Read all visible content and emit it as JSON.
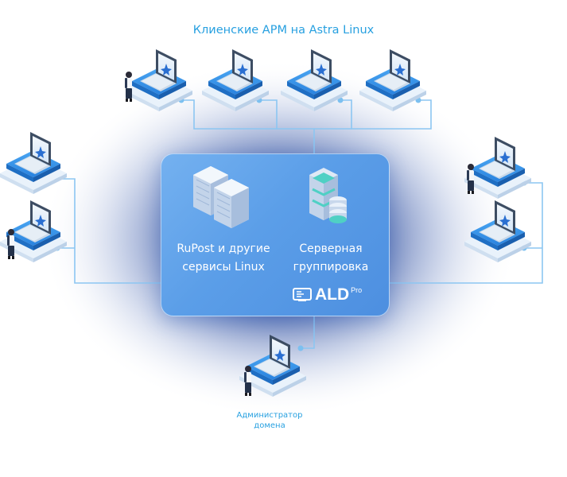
{
  "title": "Клиенские АРМ на Astra Linux",
  "server_panel": {
    "left_label": [
      "RuPost и другие",
      "сервисы Linux"
    ],
    "right_label": [
      "Серверная",
      "группировка"
    ],
    "logo_text": "ALD",
    "logo_sup": "Pro"
  },
  "admin_label": [
    "Администратор",
    "домена"
  ],
  "colors": {
    "accent": "#27a0e0",
    "panel": "#5b9ee8",
    "connector": "#8cc6f2",
    "platform": "#2e8ee6",
    "glow": "#1b3a8a"
  },
  "icons": {
    "workstation": "laptop-on-platform-icon",
    "server_rack": "server-rack-icon",
    "server_group": "server-storage-icon",
    "person": "person-icon",
    "logo": "ald-pro-logo-icon"
  },
  "workstations": [
    {
      "id": "top-1",
      "with_person": true
    },
    {
      "id": "top-2",
      "with_person": false
    },
    {
      "id": "top-3",
      "with_person": false
    },
    {
      "id": "top-4",
      "with_person": false
    },
    {
      "id": "left-1",
      "with_person": false
    },
    {
      "id": "left-2",
      "with_person": true
    },
    {
      "id": "right-1",
      "with_person": true
    },
    {
      "id": "right-2",
      "with_person": false
    },
    {
      "id": "admin",
      "with_person": true
    }
  ]
}
